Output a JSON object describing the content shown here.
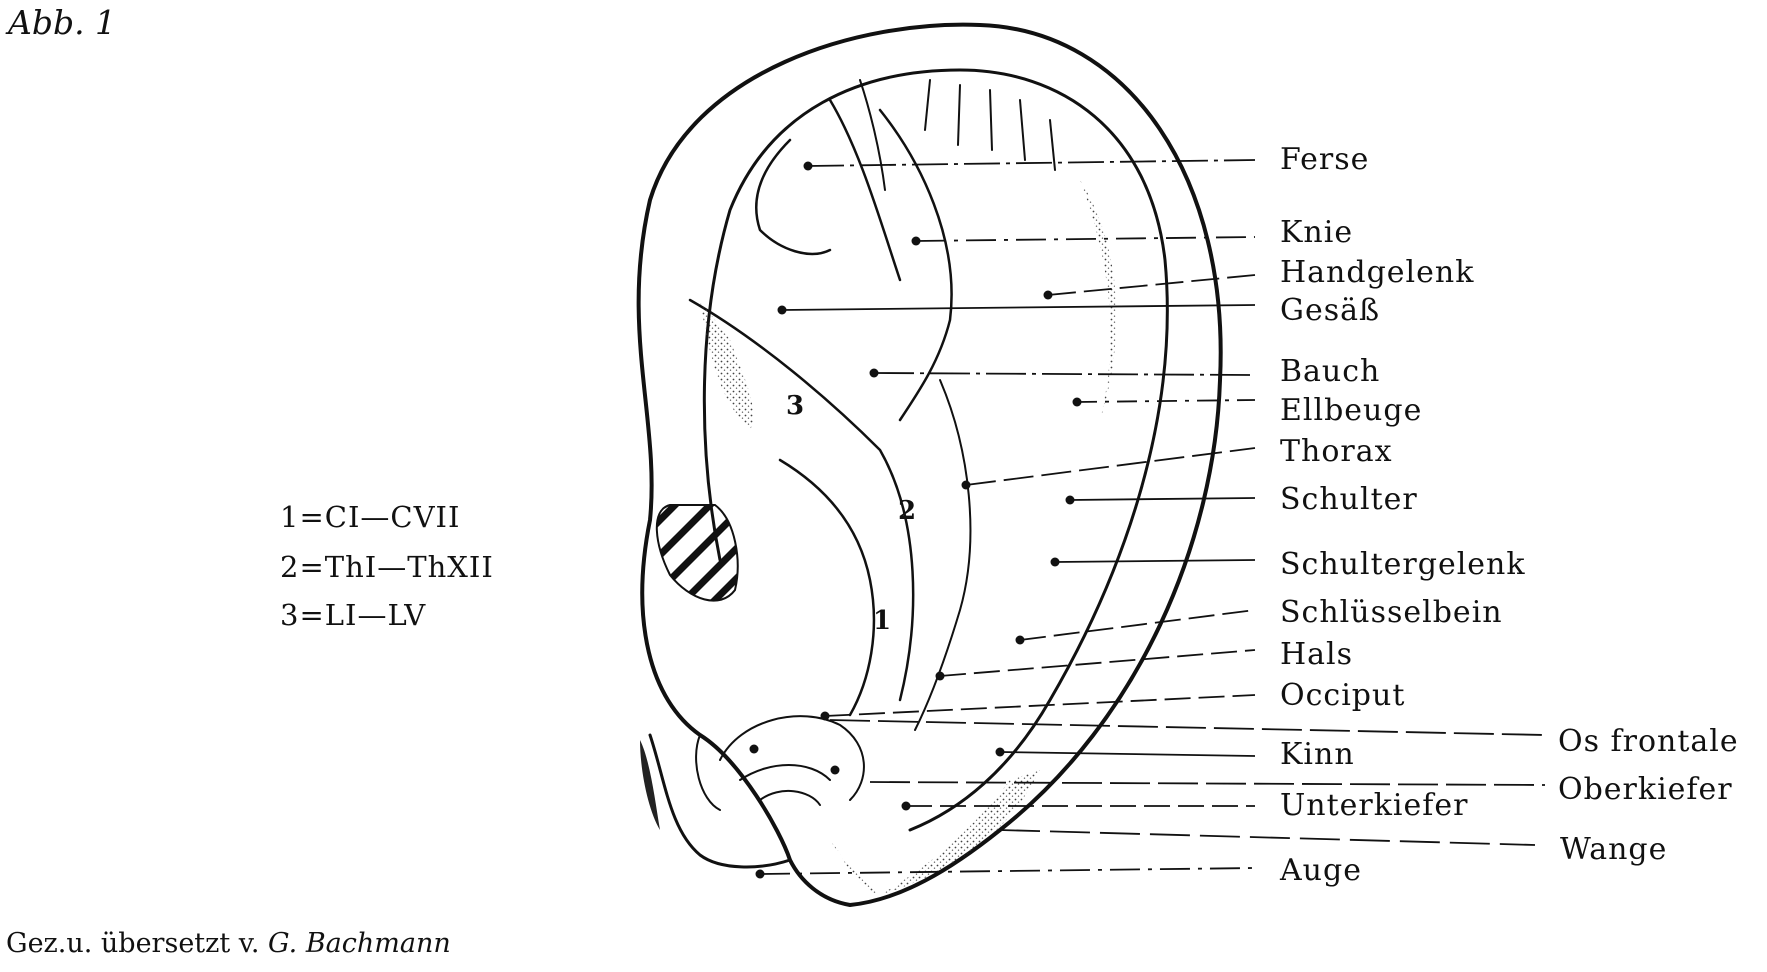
{
  "figure": {
    "title": "Abb. 1",
    "credit_prefix": "Gez.u. übersetzt v.",
    "credit_author": "G. Bachmann"
  },
  "legend": [
    "1=CI—CVII",
    "2=ThI—ThXII",
    "3=LI—LV"
  ],
  "zone_numbers": [
    "1",
    "2",
    "3"
  ],
  "labels": {
    "ferse": "Ferse",
    "knie": "Knie",
    "handgelenk": "Handgelenk",
    "gesaess": "Gesäß",
    "bauch": "Bauch",
    "ellbeuge": "Ellbeuge",
    "thorax": "Thorax",
    "schulter": "Schulter",
    "schultergelenk": "Schultergelenk",
    "schluesselbein": "Schlüsselbein",
    "hals": "Hals",
    "occiput": "Occiput",
    "kinn": "Kinn",
    "unterkiefer": "Unterkiefer",
    "auge": "Auge",
    "os_frontale": "Os frontale",
    "oberkiefer": "Oberkiefer",
    "wange": "Wange"
  },
  "colors": {
    "ink": "#111111",
    "paper": "#ffffff"
  }
}
